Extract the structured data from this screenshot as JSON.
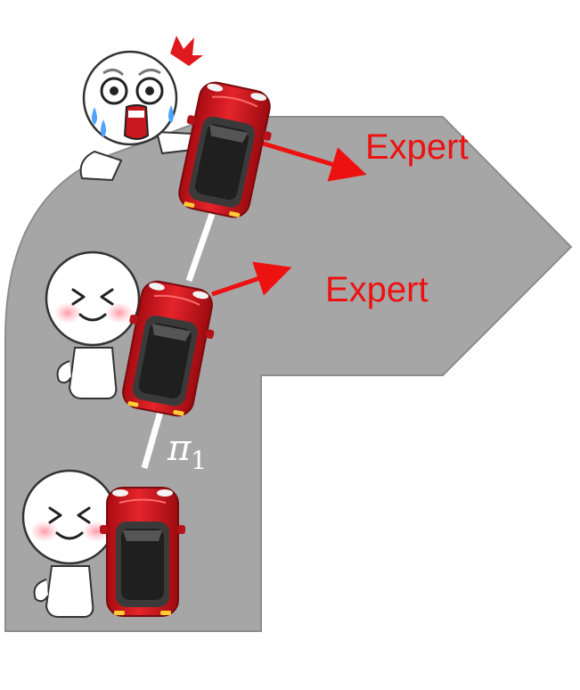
{
  "colors": {
    "road": "#a6a6a6",
    "road_edge": "#8a8a8a",
    "trajectory": "#ffffff",
    "expert_arrow": "#ee1111",
    "expert_text": "#ee1111",
    "car_body": "#d9141c",
    "car_roof": "#2e2e2e",
    "policy_label": "#ffffff"
  },
  "labels": {
    "expert_top": "Expert",
    "expert_mid": "Expert",
    "policy_symbol": "π",
    "policy_subscript": "1"
  },
  "characters": [
    {
      "icon": "scared-crying-face-icon",
      "expression": "scared"
    },
    {
      "icon": "laughing-face-icon",
      "expression": "laughing"
    },
    {
      "icon": "laughing-face-icon",
      "expression": "laughing"
    }
  ],
  "vehicles": [
    {
      "icon": "red-car-top-view-icon"
    },
    {
      "icon": "red-car-top-view-icon"
    },
    {
      "icon": "red-car-top-view-icon"
    }
  ]
}
